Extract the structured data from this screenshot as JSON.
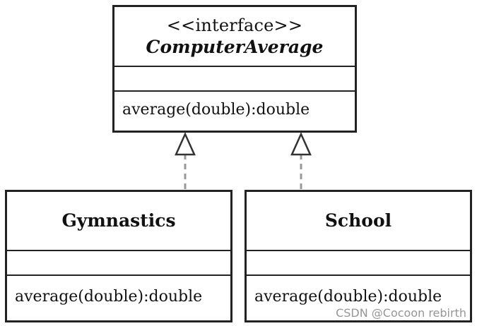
{
  "interface": {
    "stereotype": "<<interface>>",
    "name": "ComputerAverage",
    "method": "average(double):double"
  },
  "classes": [
    {
      "name": "Gymnastics",
      "method": "average(double):double"
    },
    {
      "name": "School",
      "method": "average(double):double"
    }
  ],
  "relationship": {
    "type": "realization",
    "line_style": "dashed",
    "arrowhead": "hollow-triangle"
  },
  "watermark": "CSDN @Cocoon rebirth"
}
